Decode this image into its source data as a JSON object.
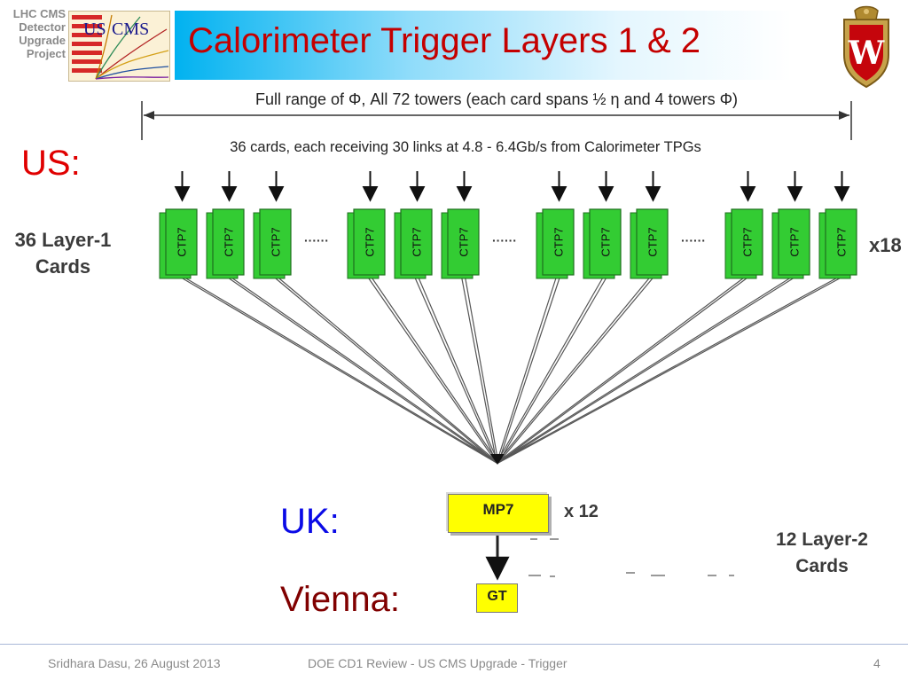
{
  "header": {
    "org_lines": [
      "LHC CMS",
      "Detector",
      "Upgrade",
      "Project"
    ],
    "logo_text": {
      "us": "US",
      "cms": "CMS"
    },
    "title": "Calorimeter Trigger Layers 1 & 2",
    "crest_letter": "W"
  },
  "diagram": {
    "range_label": "Full range of Φ, All 72 towers (each card spans ½ η and 4 towers Φ)",
    "links_label": "36 cards, each receiving 30 links at 4.8 - 6.4Gb/s from Calorimeter TPGs",
    "regions": {
      "us": "US:",
      "uk": "UK:",
      "vienna": "Vienna:"
    },
    "layer1": {
      "label_lines": [
        "36 Layer-1",
        "Cards"
      ],
      "multiplier": "x18",
      "card_label": "CTP7",
      "group_count": 4,
      "cards_per_group": 3,
      "ellipsis": "······"
    },
    "layer2": {
      "label_lines": [
        "12 Layer-2",
        "Cards"
      ],
      "multiplier": "x 12",
      "card_label": "MP7"
    },
    "global_trigger": {
      "label": "GT"
    },
    "colors": {
      "card_fill": "#33cc33",
      "card_border": "#1f6f1f",
      "mp7_fill": "#ffff00",
      "us": "#e00000",
      "uk": "#0a0ae6",
      "vienna": "#800000",
      "title": "#c40000"
    }
  },
  "footer": {
    "author_date": "Sridhara Dasu, 26 August 2013",
    "event": "DOE CD1 Review - US CMS Upgrade - Trigger",
    "page": "4"
  }
}
